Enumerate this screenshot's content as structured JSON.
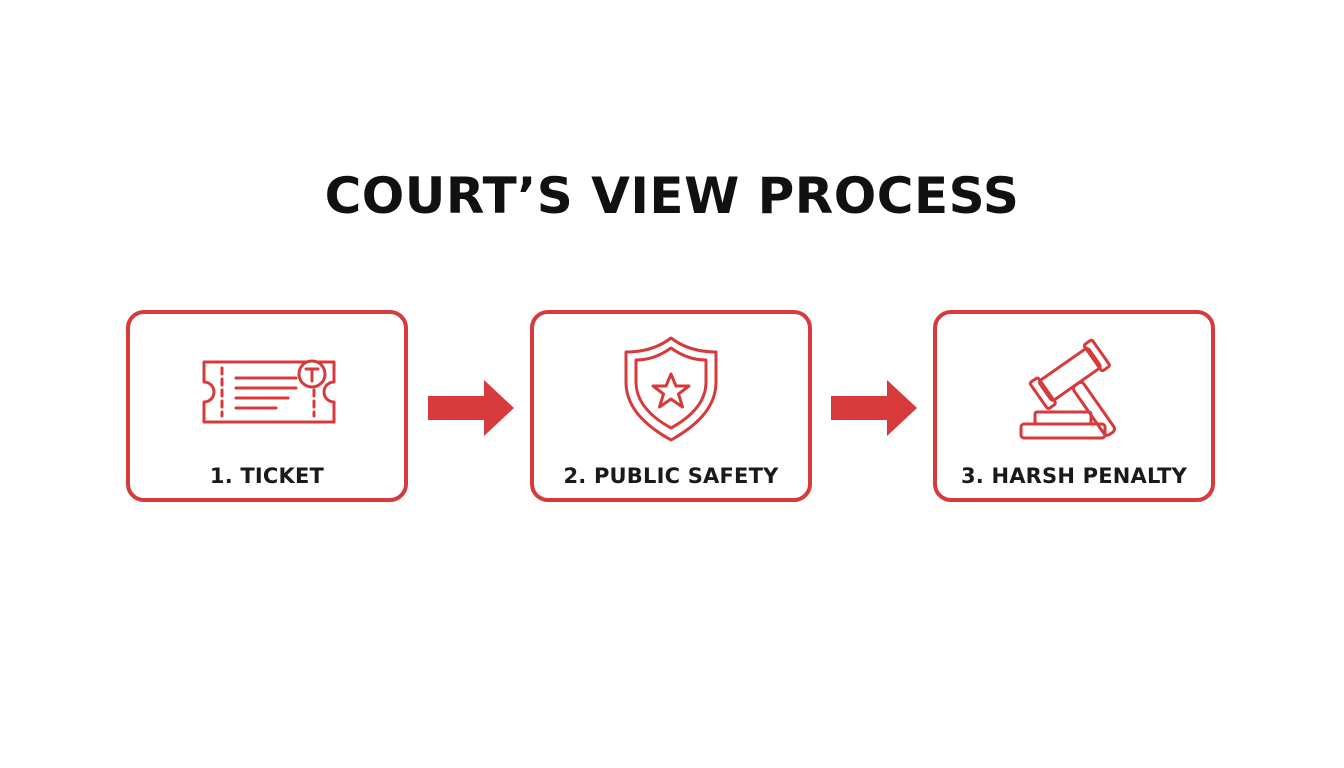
{
  "title": "COURT’S VIEW PROCESS",
  "colors": {
    "accent": "#d63a3a",
    "text": "#111111",
    "background": "#ffffff"
  },
  "steps": [
    {
      "label": "1. TICKET",
      "icon": "ticket-icon"
    },
    {
      "label": "2. PUBLIC SAFETY",
      "icon": "shield-star-icon"
    },
    {
      "label": "3. HARSH PENALTY",
      "icon": "gavel-icon"
    }
  ],
  "connectors": [
    {
      "icon": "arrow-right-icon"
    },
    {
      "icon": "arrow-right-icon"
    }
  ]
}
